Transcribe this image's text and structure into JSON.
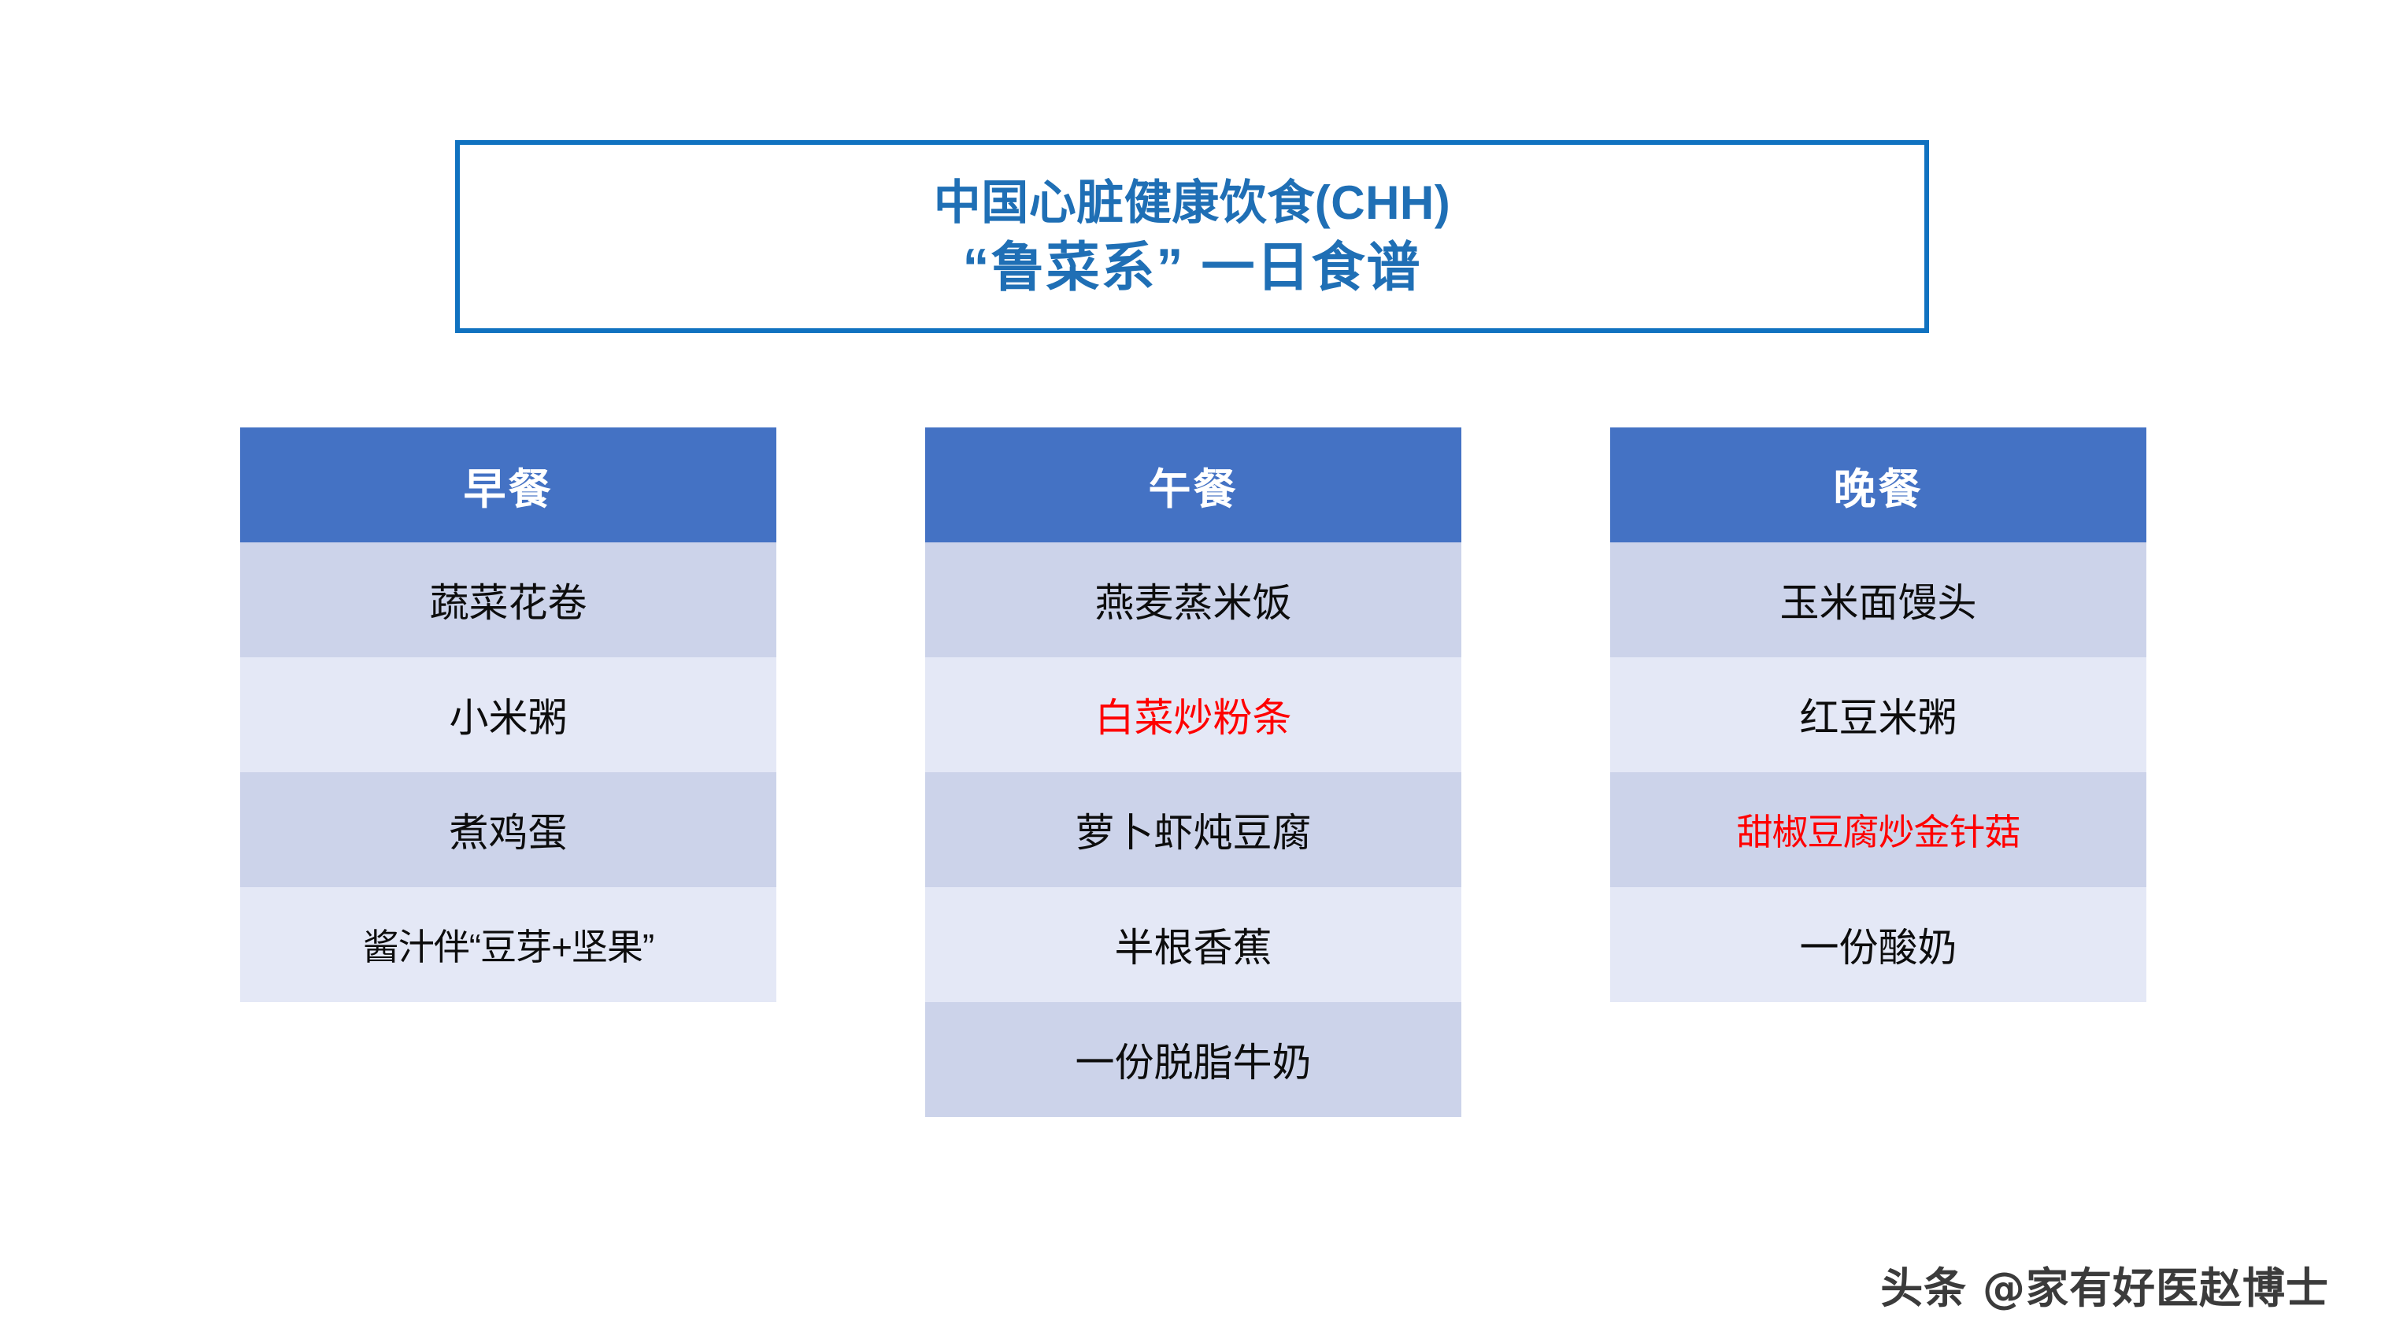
{
  "title": {
    "line1": "中国心脏健康饮食(CHH)",
    "line2": "“鲁菜系” 一日食谱"
  },
  "colors": {
    "title_text": "#1F6FB5",
    "title_border": "#1072C0",
    "header_bg": "#4472C4",
    "header_text": "#FFFFFF",
    "row_band_dark": "#CCD3EA",
    "row_band_light": "#E4E8F6",
    "row_text": "#0D0D0D",
    "highlight_text": "#FF0000",
    "page_bg": "#FFFFFF"
  },
  "meals": [
    {
      "id": "breakfast",
      "header": "早餐",
      "items": [
        {
          "text": "蔬菜花卷",
          "highlight": false
        },
        {
          "text": "小米粥",
          "highlight": false
        },
        {
          "text": "煮鸡蛋",
          "highlight": false
        },
        {
          "text": "酱汁伴“豆芽+坚果”",
          "highlight": false
        }
      ]
    },
    {
      "id": "lunch",
      "header": "午餐",
      "items": [
        {
          "text": "燕麦蒸米饭",
          "highlight": false
        },
        {
          "text": "白菜炒粉条",
          "highlight": true
        },
        {
          "text": "萝卜虾炖豆腐",
          "highlight": false
        },
        {
          "text": "半根香蕉",
          "highlight": false
        },
        {
          "text": "一份脱脂牛奶",
          "highlight": false
        }
      ]
    },
    {
      "id": "dinner",
      "header": "晚餐",
      "items": [
        {
          "text": "玉米面馒头",
          "highlight": false
        },
        {
          "text": "红豆米粥",
          "highlight": false
        },
        {
          "text": "甜椒豆腐炒金针菇",
          "highlight": true
        },
        {
          "text": "一份酸奶",
          "highlight": false
        }
      ]
    }
  ],
  "watermark": {
    "text": "头条 @家有好医赵博士"
  }
}
